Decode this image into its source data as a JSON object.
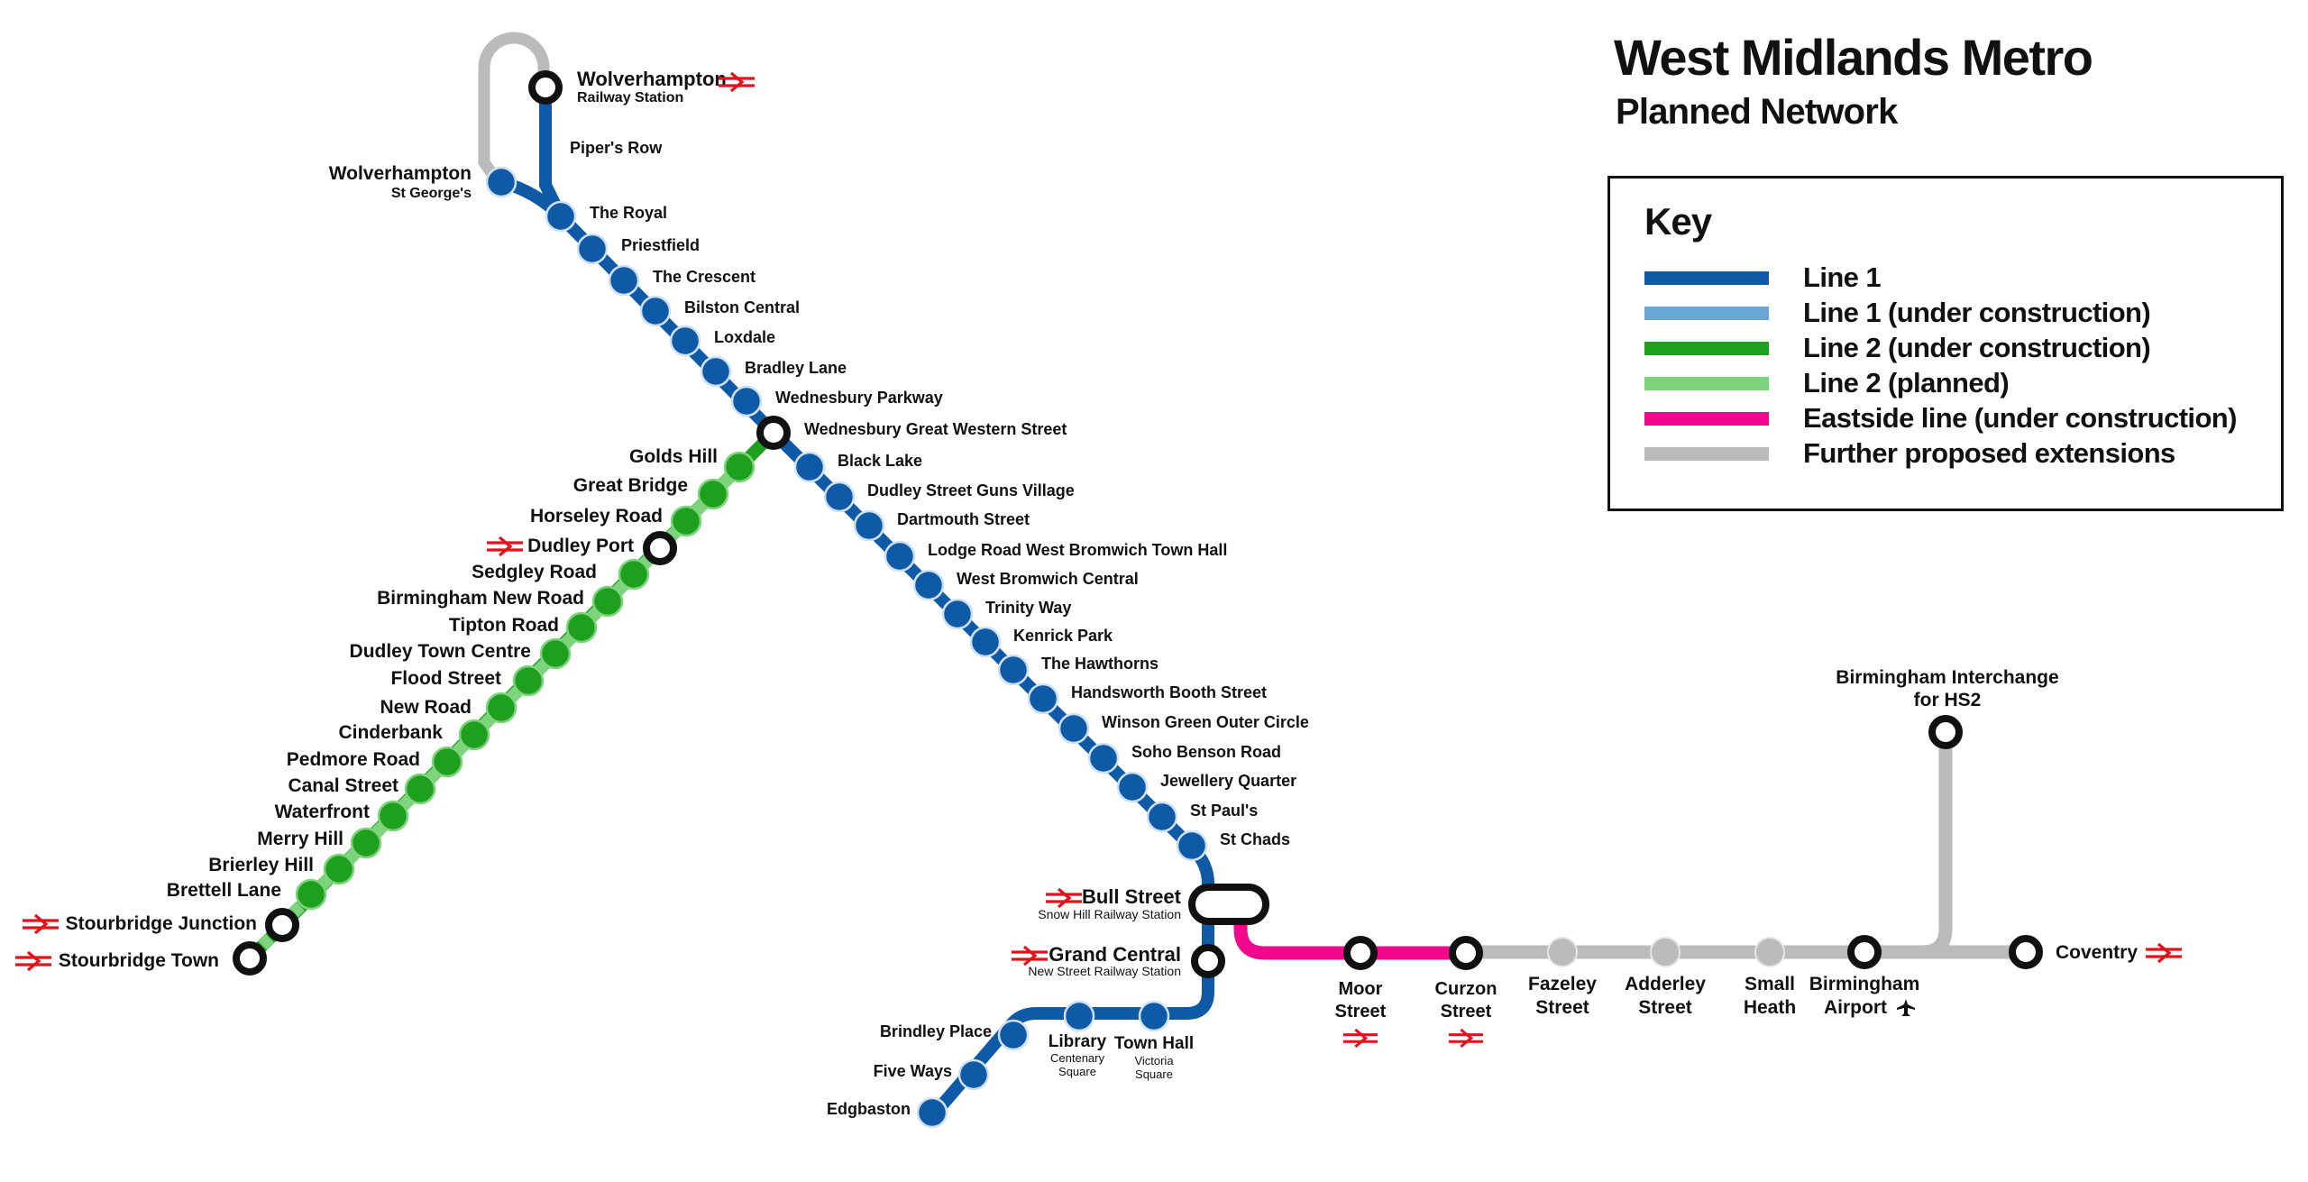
{
  "title": "West Midlands Metro",
  "subtitle": "Planned Network",
  "colors": {
    "line1": "#0e5aa7",
    "line1_uc": "#6aa6d4",
    "line2_uc": "#1ea01e",
    "line2_planned": "#7dd47d",
    "eastside": "#f0098c",
    "extension": "#bbbbbb",
    "interchange": "#111111",
    "rail": "#e0131a"
  },
  "key": {
    "title": "Key",
    "items": [
      {
        "label": "Line 1",
        "color": "#0e5aa7"
      },
      {
        "label": "Line 1 (under construction)",
        "color": "#6aa6d4"
      },
      {
        "label": "Line 2 (under construction)",
        "color": "#1ea01e"
      },
      {
        "label": "Line 2 (planned)",
        "color": "#7dd47d"
      },
      {
        "label": "Eastside line (under construction)",
        "color": "#f0098c"
      },
      {
        "label": "Further proposed extensions",
        "color": "#bbbbbb"
      }
    ]
  },
  "stations": {
    "line1": [
      {
        "name": "Wolverhampton",
        "sub": "Railway Station",
        "interchange": true,
        "rail": true
      },
      {
        "name": "Piper's Row",
        "stop": false
      },
      {
        "name": "Wolverhampton",
        "sub": "St George's"
      },
      {
        "name": "The Royal"
      },
      {
        "name": "Priestfield"
      },
      {
        "name": "The Crescent"
      },
      {
        "name": "Bilston Central"
      },
      {
        "name": "Loxdale"
      },
      {
        "name": "Bradley Lane"
      },
      {
        "name": "Wednesbury Parkway"
      },
      {
        "name": "Wednesbury Great Western Street",
        "interchange": true
      },
      {
        "name": "Black Lake"
      },
      {
        "name": "Dudley Street Guns Village"
      },
      {
        "name": "Dartmouth Street"
      },
      {
        "name": "Lodge Road West Bromwich Town Hall"
      },
      {
        "name": "West Bromwich Central"
      },
      {
        "name": "Trinity Way"
      },
      {
        "name": "Kenrick Park"
      },
      {
        "name": "The Hawthorns"
      },
      {
        "name": "Handsworth Booth Street"
      },
      {
        "name": "Winson Green Outer Circle"
      },
      {
        "name": "Soho Benson Road"
      },
      {
        "name": "Jewellery Quarter"
      },
      {
        "name": "St Paul's"
      },
      {
        "name": "St Chads"
      },
      {
        "name": "Bull Street",
        "sub": "Snow Hill Railway Station",
        "interchange": true,
        "rail": true
      },
      {
        "name": "Grand Central",
        "sub": "New Street Railway Station",
        "interchange": true,
        "rail": true
      },
      {
        "name": "Town Hall",
        "sub": "Victoria Square"
      },
      {
        "name": "Library",
        "sub": "Centenary Square"
      },
      {
        "name": "Brindley Place"
      },
      {
        "name": "Five Ways"
      },
      {
        "name": "Edgbaston"
      }
    ],
    "line2": [
      {
        "name": "Golds Hill"
      },
      {
        "name": "Great Bridge"
      },
      {
        "name": "Horseley Road"
      },
      {
        "name": "Dudley Port",
        "interchange": true,
        "rail": true
      },
      {
        "name": "Sedgley Road"
      },
      {
        "name": "Birmingham New Road"
      },
      {
        "name": "Tipton Road"
      },
      {
        "name": "Dudley Town Centre"
      },
      {
        "name": "Flood Street"
      },
      {
        "name": "New Road"
      },
      {
        "name": "Cinderbank"
      },
      {
        "name": "Pedmore Road"
      },
      {
        "name": "Canal Street"
      },
      {
        "name": "Waterfront"
      },
      {
        "name": "Merry Hill"
      },
      {
        "name": "Brierley Hill"
      },
      {
        "name": "Brettell Lane"
      },
      {
        "name": "Stourbridge Junction",
        "interchange": true,
        "rail": true
      },
      {
        "name": "Stourbridge Town",
        "interchange": true,
        "rail": true
      }
    ],
    "eastside": [
      {
        "name": "Moor Street",
        "lines": [
          "Moor",
          "Street"
        ],
        "interchange": true,
        "rail": true
      },
      {
        "name": "Curzon Street",
        "lines": [
          "Curzon",
          "Street"
        ],
        "interchange": true,
        "rail": true
      }
    ],
    "extensions": [
      {
        "name": "Fazeley Street",
        "lines": [
          "Fazeley",
          "Street"
        ]
      },
      {
        "name": "Adderley Street",
        "lines": [
          "Adderley",
          "Street"
        ]
      },
      {
        "name": "Small Heath",
        "lines": [
          "Small",
          "Heath"
        ]
      },
      {
        "name": "Birmingham Airport",
        "lines": [
          "Birmingham",
          "Airport"
        ],
        "interchange": true,
        "airport": true
      },
      {
        "name": "Coventry",
        "interchange": true,
        "rail": true
      },
      {
        "name": "Birmingham Interchange for HS2",
        "lines": [
          "Birmingham Interchange",
          "for HS2"
        ],
        "interchange": true
      }
    ]
  },
  "icons": {
    "rail": "national-rail-icon",
    "airport": "airplane-icon"
  }
}
